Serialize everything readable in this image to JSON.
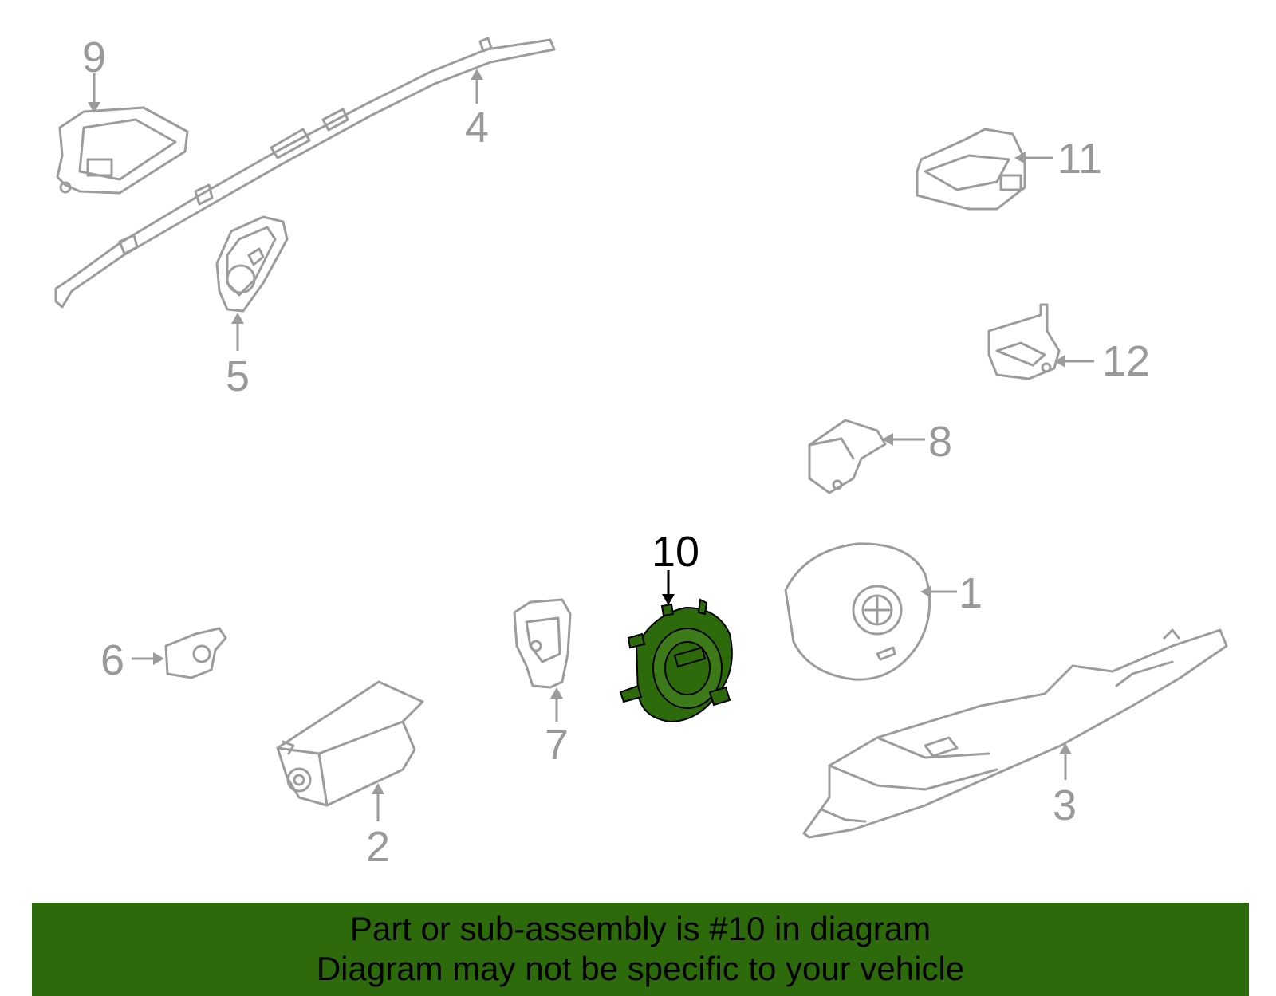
{
  "diagram": {
    "callouts": [
      "1",
      "2",
      "3",
      "4",
      "5",
      "6",
      "7",
      "8",
      "9",
      "10",
      "11",
      "12"
    ],
    "highlighted_callout": "10",
    "highlight_color": "#2c6a0c",
    "part_color": "#9c9c9c"
  },
  "banner": {
    "line1": "Part or sub-assembly is #10 in diagram",
    "line2": "Diagram may not be specific to your vehicle",
    "background": "#2c6a0c"
  }
}
